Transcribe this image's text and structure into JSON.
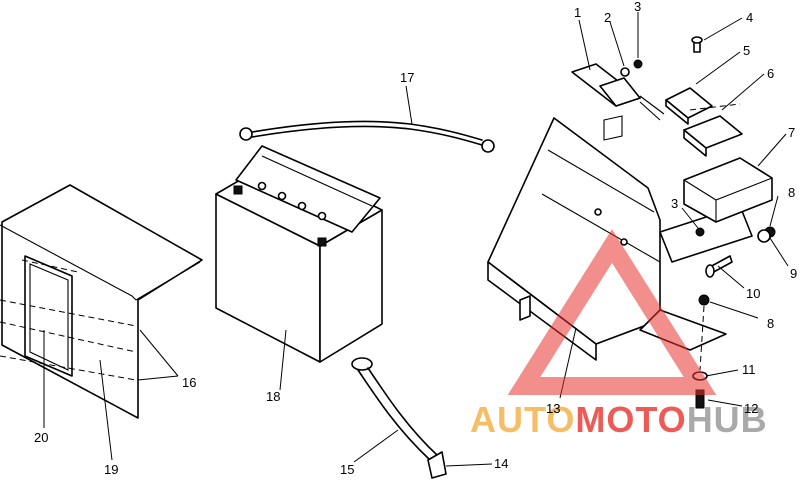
{
  "callouts": {
    "c1": "1",
    "c2": "2",
    "c3a": "3",
    "c3b": "3",
    "c4": "4",
    "c5": "5",
    "c6": "6",
    "c7": "7",
    "c8a": "8",
    "c8b": "8",
    "c9": "9",
    "c10": "10",
    "c11": "11",
    "c12": "12",
    "c13": "13",
    "c14": "14",
    "c15": "15",
    "c16": "16",
    "c17": "17",
    "c18": "18",
    "c19": "19",
    "c20": "20"
  },
  "watermark": {
    "part1": "AUTO",
    "part2": "MOTO",
    "part3": "HUB",
    "colors": {
      "auto": "#f4b24a",
      "moto": "#e8322d",
      "hub": "#9a9a9a"
    }
  }
}
